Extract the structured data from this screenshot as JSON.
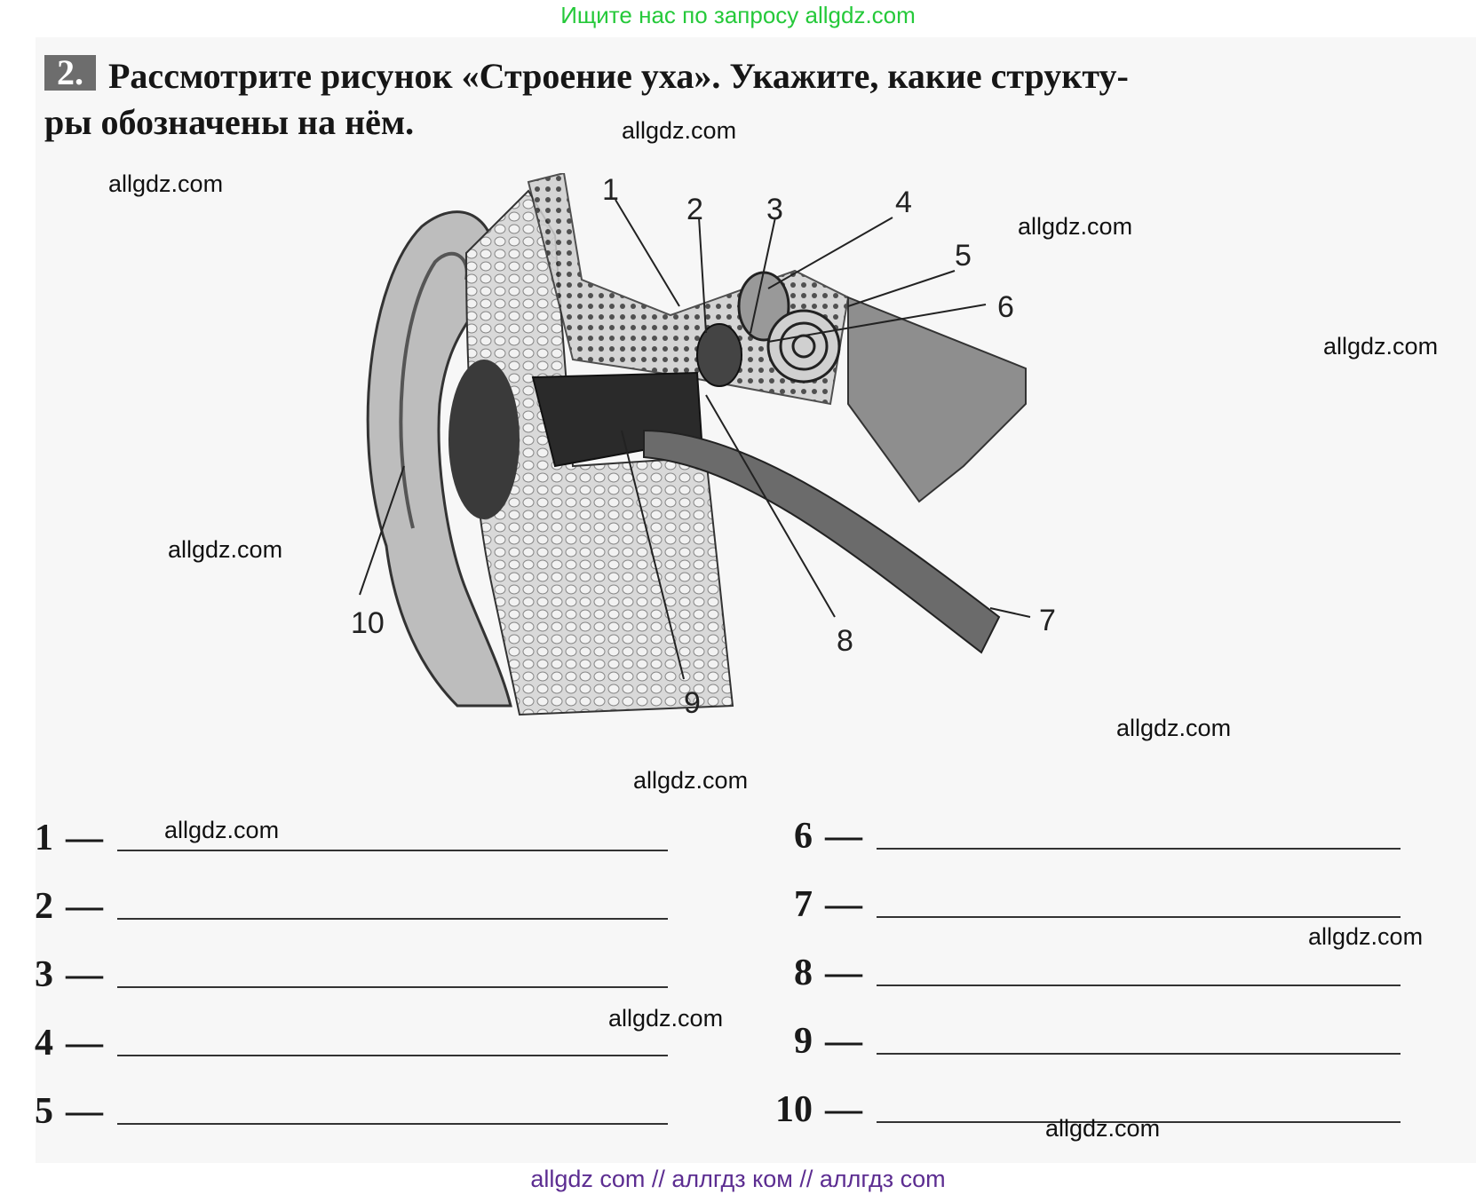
{
  "banner_top": "Ищите нас по запросу allgdz.com",
  "task": {
    "number": "2.",
    "text_part1": "Рассмотрите рисунок ",
    "text_bold": "«Строение уха»",
    "text_part2": ". Укажите, какие структу-",
    "text_line2": "ры обозначены на нём."
  },
  "figure": {
    "labels": [
      "1",
      "2",
      "3",
      "4",
      "5",
      "6",
      "7",
      "8",
      "9",
      "10"
    ]
  },
  "answers": {
    "left": [
      "1",
      "2",
      "3",
      "4",
      "5"
    ],
    "right": [
      "6",
      "7",
      "8",
      "9",
      "10"
    ],
    "dash": "—"
  },
  "watermarks": [
    "allgdz.com",
    "allgdz.com",
    "allgdz.com",
    "allgdz.com",
    "allgdz.com",
    "allgdz.com",
    "allgdz.com",
    "allgdz.com",
    "allgdz.com",
    "allgdz.com",
    "allgdz.com"
  ],
  "banner_bottom": "allgdz com  //  аллгдз ком  //  аллгдз com"
}
